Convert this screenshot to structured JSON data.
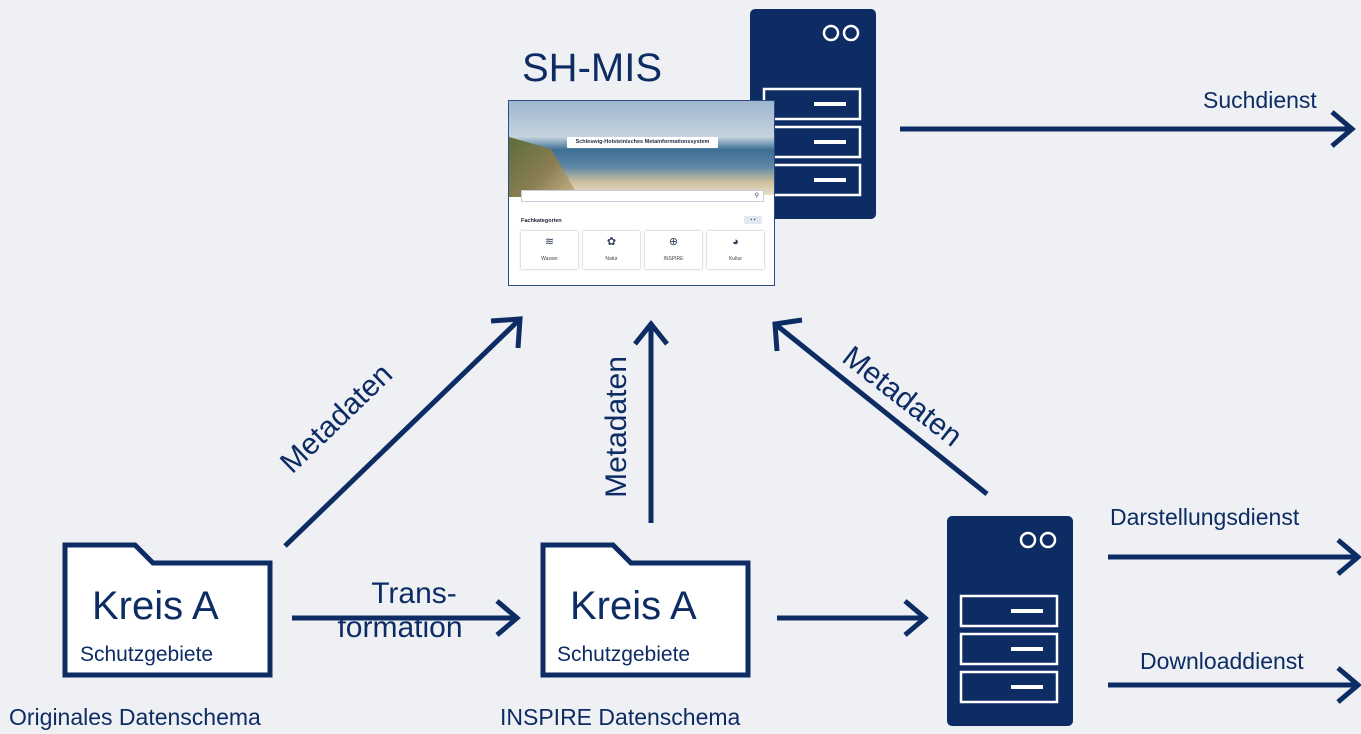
{
  "title": "SH-MIS",
  "services": {
    "search": "Suchdienst",
    "view": "Darstellungsdienst",
    "download": "Downloaddienst"
  },
  "metadata_label": "Metadaten",
  "transformation": {
    "line1": "Trans-",
    "line2": "formation"
  },
  "folders": [
    {
      "name": "Kreis A",
      "sub": "Schutzgebiete",
      "caption": "Originales Datenschema"
    },
    {
      "name": "Kreis A",
      "sub": "Schutzgebiete",
      "caption": "INSPIRE Datenschema"
    }
  ],
  "screenshot": {
    "hero_title": "Schleswig-Holsteinisches Metainformationssystem",
    "categories_title": "Fachkategorien",
    "tiles": [
      {
        "label": "Wasser",
        "icon": "waves-icon"
      },
      {
        "label": "Natur",
        "icon": "flower-icon"
      },
      {
        "label": "INSPIRE",
        "icon": "globe-icon"
      },
      {
        "label": "Kultur",
        "icon": "palette-icon"
      }
    ]
  },
  "colors": {
    "primary": "#0d2c64",
    "background": "#eef0f4"
  }
}
